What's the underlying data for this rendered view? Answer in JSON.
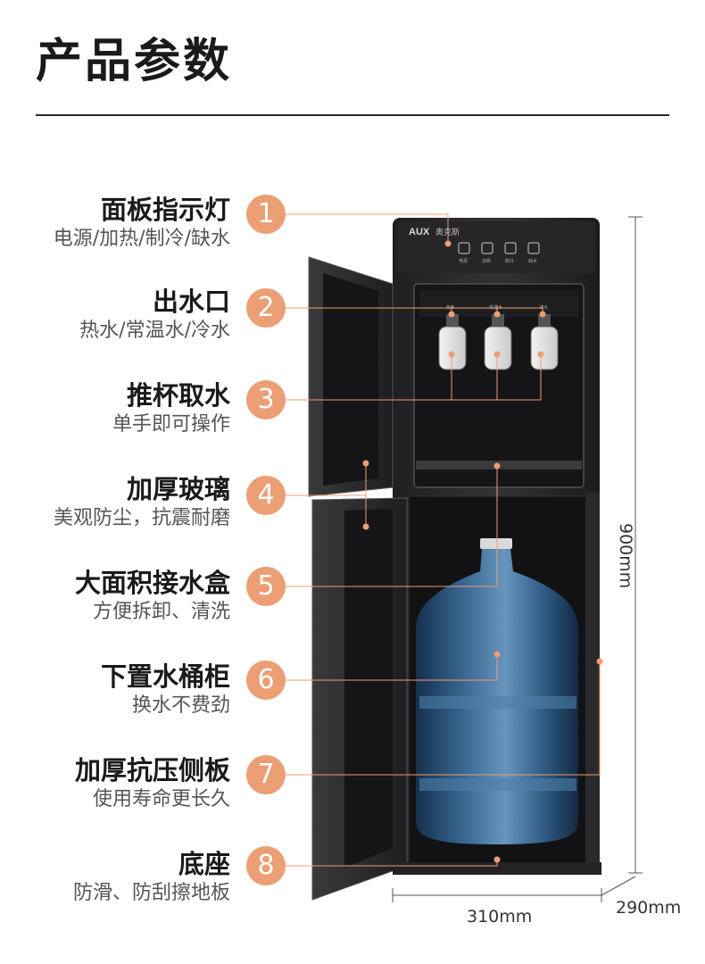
{
  "page_title": "产品参数",
  "features": [
    {
      "num": "1",
      "name": "面板指示灯",
      "desc": "电源/加热/制冷/缺水"
    },
    {
      "num": "2",
      "name": "出水口",
      "desc": "热水/常温水/冷水"
    },
    {
      "num": "3",
      "name": "推杯取水",
      "desc": "单手即可操作"
    },
    {
      "num": "4",
      "name": "加厚玻璃",
      "desc": "美观防尘，抗震耐磨"
    },
    {
      "num": "5",
      "name": "大面积接水盒",
      "desc": "方便拆卸、清洗"
    },
    {
      "num": "6",
      "name": "下置水桶柜",
      "desc": "换水不费劲"
    },
    {
      "num": "7",
      "name": "加厚抗压侧板",
      "desc": "使用寿命更长久"
    },
    {
      "num": "8",
      "name": "底座",
      "desc": "防滑、防刮擦地板"
    }
  ],
  "product": {
    "brand": "AUX",
    "brand_cn": "奥克斯",
    "panel_labels": [
      "电源",
      "加热",
      "制冷",
      "缺水"
    ],
    "tap_labels": [
      "热水",
      "常温水",
      "冷水"
    ]
  },
  "dimensions": {
    "height": "900mm",
    "width": "310mm",
    "depth": "290mm"
  },
  "colors": {
    "accent": "#ec9e74",
    "body": "#2b2b2d"
  }
}
